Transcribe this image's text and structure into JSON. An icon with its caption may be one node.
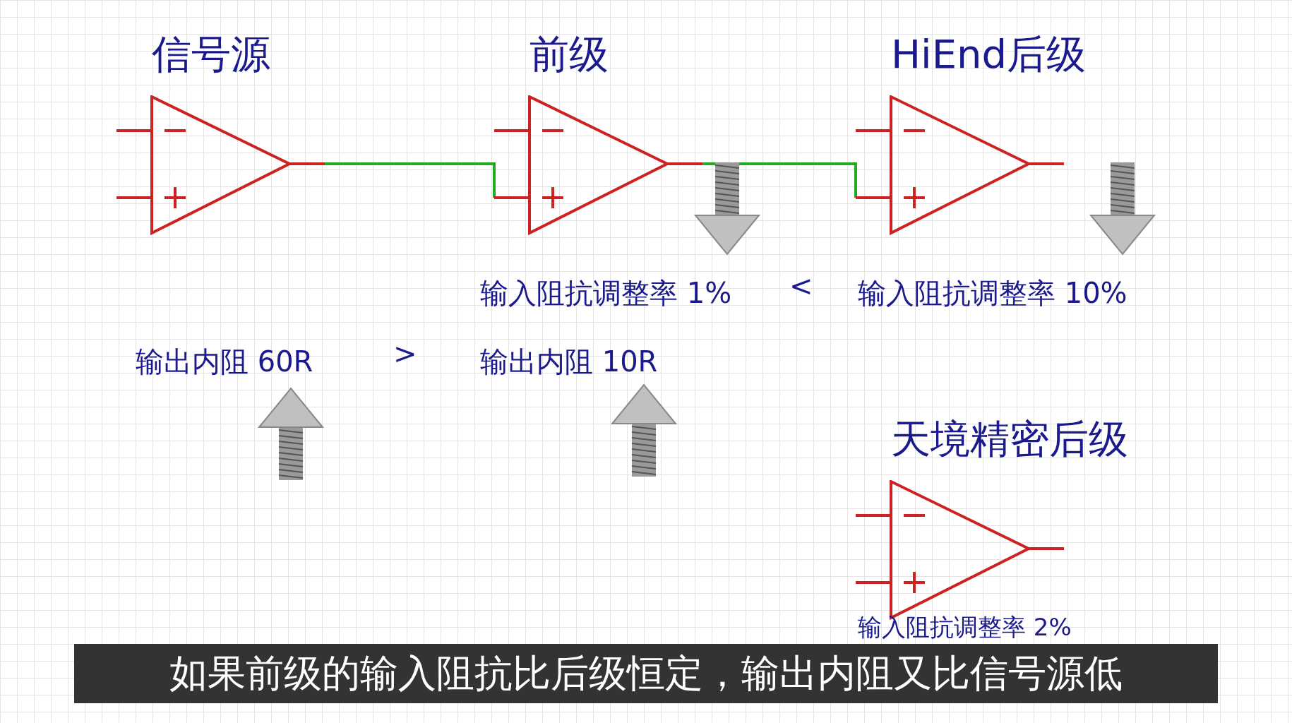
{
  "diagram": {
    "caption": "如果前级的输入阻抗比后级恒定，输出内阻又比信号源低",
    "nodes": [
      {
        "text": [
          "信号源"
        ]
      },
      {
        "text": [
          "前级"
        ]
      },
      {
        "text": [
          "HiEnd后级"
        ]
      },
      {
        "text": [
          "天境精密后级"
        ]
      }
    ],
    "edges": [
      {
        "from": 0,
        "to": 1,
        "arrow": "none"
      },
      {
        "from": 1,
        "to": 2,
        "arrow": "none"
      }
    ],
    "labels": [
      "输入阻抗调整率 1%",
      "<",
      "输入阻抗调整率 10%",
      "输出内阻 60R",
      ">",
      "输出内阻 10R",
      "输入阻抗调整率 2%"
    ]
  }
}
